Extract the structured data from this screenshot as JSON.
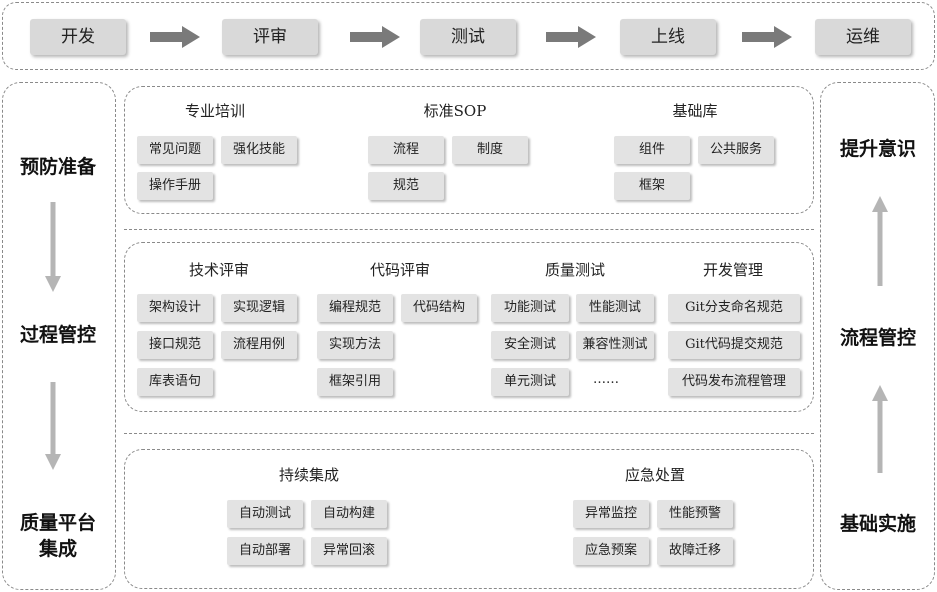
{
  "pipeline": {
    "stages": [
      "开发",
      "评审",
      "测试",
      "上线",
      "运维"
    ]
  },
  "left": {
    "labels": [
      "预防准备",
      "过程管控",
      "质量平台\n集成"
    ]
  },
  "right": {
    "labels": [
      "提升意识",
      "流程管控",
      "基础实施"
    ]
  },
  "sections": {
    "training": {
      "title": "专业培训",
      "chips": [
        "常见问题",
        "强化技能",
        "操作手册"
      ]
    },
    "sop": {
      "title": "标准SOP",
      "chips": [
        "流程",
        "制度",
        "规范"
      ]
    },
    "base": {
      "title": "基础库",
      "chips": [
        "组件",
        "公共服务",
        "框架"
      ]
    },
    "tech_review": {
      "title": "技术评审",
      "chips": [
        "架构设计",
        "实现逻辑",
        "接口规范",
        "流程用例",
        "库表语句"
      ]
    },
    "code_review": {
      "title": "代码评审",
      "chips": [
        "编程规范",
        "代码结构",
        "实现方法",
        "框架引用"
      ]
    },
    "qa_test": {
      "title": "质量测试",
      "chips": [
        "功能测试",
        "性能测试",
        "安全测试",
        "兼容性测试",
        "单元测试",
        "……"
      ]
    },
    "dev_mgmt": {
      "title": "开发管理",
      "chips": [
        "Git分支命名规范",
        "Git代码提交规范",
        "代码发布流程管理"
      ]
    },
    "ci": {
      "title": "持续集成",
      "chips": [
        "自动测试",
        "自动构建",
        "自动部署",
        "异常回滚"
      ]
    },
    "emergency": {
      "title": "应急处置",
      "chips": [
        "异常监控",
        "性能预警",
        "应急预案",
        "故障迁移"
      ]
    }
  },
  "colors": {
    "chip": "#e3e3e3",
    "stage": "#d9d9d9",
    "arrow": "#7a7a7a",
    "border": "#8a8a8a"
  }
}
